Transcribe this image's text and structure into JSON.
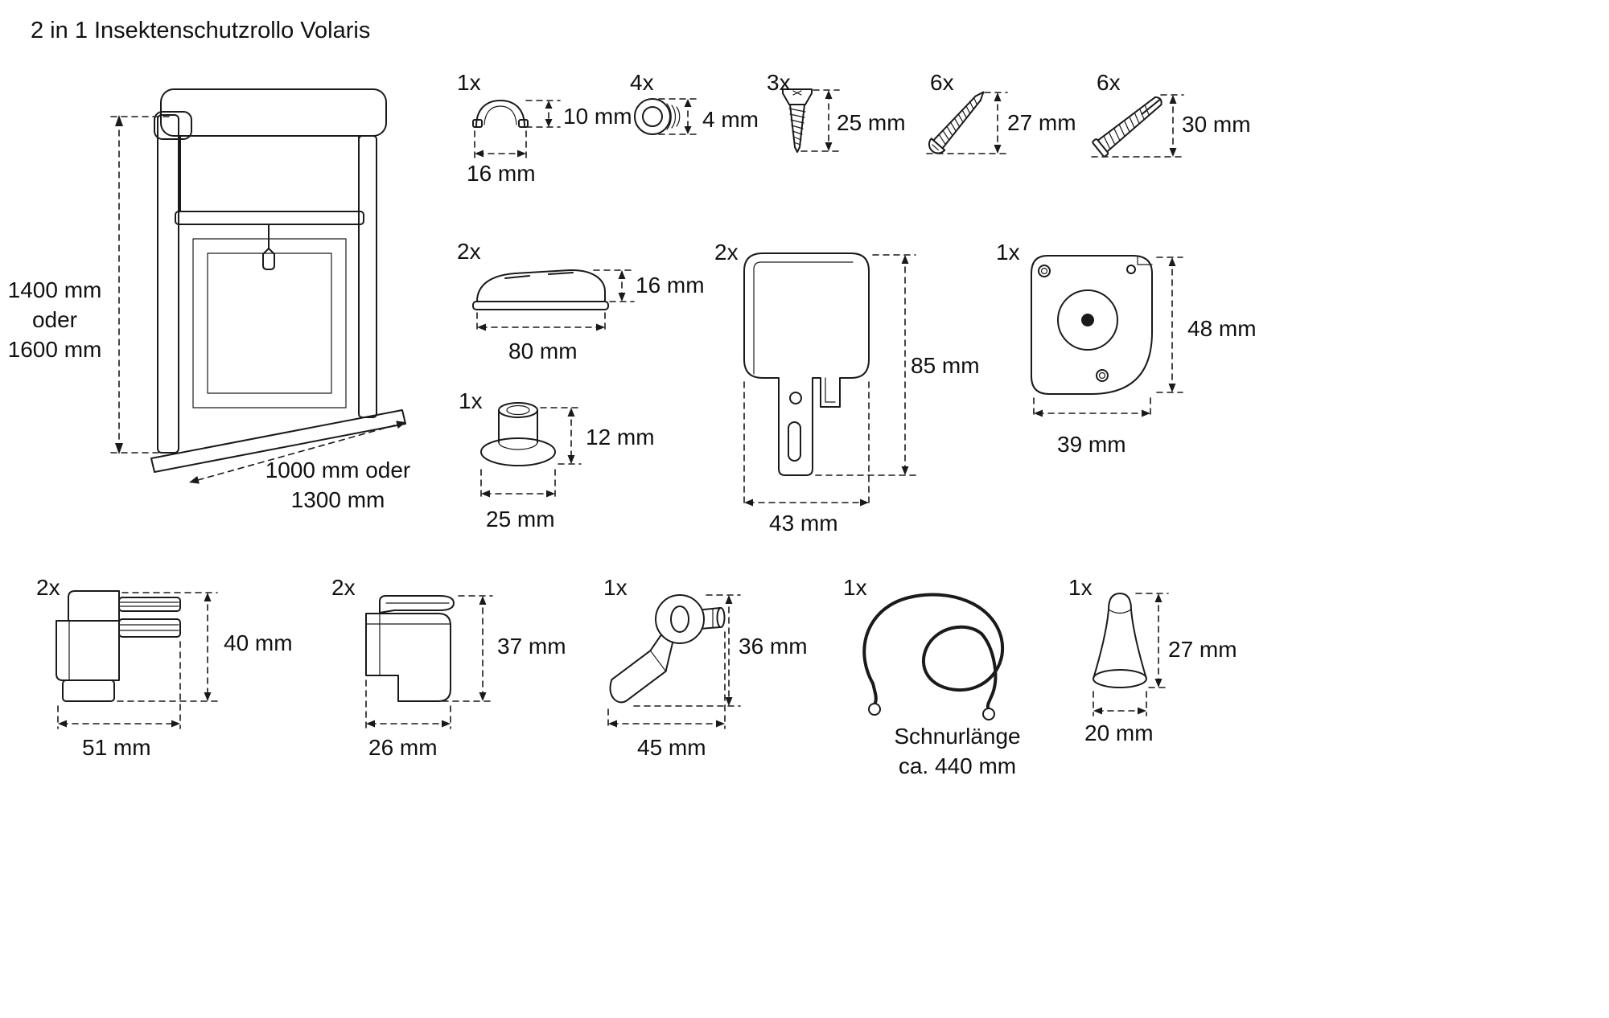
{
  "title": "2 in 1 Insektenschutzrollo Volaris",
  "window": {
    "height_label": "1400 mm\noder\n1600 mm",
    "width_label": "1000 mm oder\n1300 mm"
  },
  "parts": {
    "cap_clip": {
      "qty": "1x",
      "height": "10 mm",
      "width": "16 mm"
    },
    "plug": {
      "qty": "4x",
      "height": "4 mm"
    },
    "screw_flat": {
      "qty": "3x",
      "length": "25 mm"
    },
    "screw_pan": {
      "qty": "6x",
      "length": "27 mm"
    },
    "wall_anchor": {
      "qty": "6x",
      "length": "30 mm"
    },
    "end_cap": {
      "qty": "2x",
      "height": "16 mm",
      "width": "80 mm"
    },
    "grommet": {
      "qty": "1x",
      "height": "12 mm",
      "width": "25 mm"
    },
    "mount_bracket": {
      "qty": "2x",
      "height": "85 mm",
      "width": "43 mm"
    },
    "side_plate": {
      "qty": "1x",
      "height": "48 mm",
      "width": "39 mm"
    },
    "corner_bracket": {
      "qty": "2x",
      "height": "40 mm",
      "width": "51 mm"
    },
    "clamp_bracket": {
      "qty": "2x",
      "height": "37 mm",
      "width": "26 mm"
    },
    "crank_handle": {
      "qty": "1x",
      "height": "36 mm",
      "width": "45 mm"
    },
    "cord": {
      "qty": "1x",
      "caption": "Schnurlänge\nca. 440 mm"
    },
    "cone_cap": {
      "qty": "1x",
      "height": "27 mm",
      "width": "20 mm"
    }
  }
}
